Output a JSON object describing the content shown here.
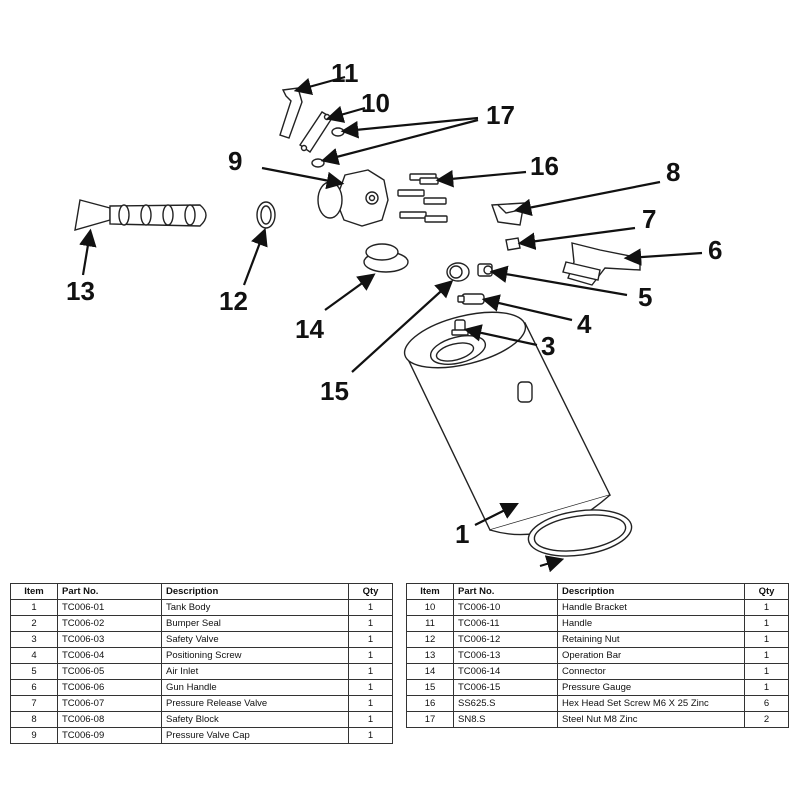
{
  "callouts": [
    "1",
    "3",
    "4",
    "5",
    "6",
    "7",
    "8",
    "9",
    "10",
    "11",
    "12",
    "13",
    "14",
    "15",
    "16",
    "17"
  ],
  "table": {
    "headers": [
      "Item",
      "Part No.",
      "Description",
      "Qty"
    ],
    "left_rows": [
      [
        "1",
        "TC006-01",
        "Tank Body",
        "1"
      ],
      [
        "2",
        "TC006-02",
        "Bumper Seal",
        "1"
      ],
      [
        "3",
        "TC006-03",
        "Safety Valve",
        "1"
      ],
      [
        "4",
        "TC006-04",
        "Positioning Screw",
        "1"
      ],
      [
        "5",
        "TC006-05",
        "Air Inlet",
        "1"
      ],
      [
        "6",
        "TC006-06",
        "Gun Handle",
        "1"
      ],
      [
        "7",
        "TC006-07",
        "Pressure Release Valve",
        "1"
      ],
      [
        "8",
        "TC006-08",
        "Safety Block",
        "1"
      ],
      [
        "9",
        "TC006-09",
        "Pressure Valve Cap",
        "1"
      ]
    ],
    "right_rows": [
      [
        "10",
        "TC006-10",
        "Handle Bracket",
        "1"
      ],
      [
        "11",
        "TC006-11",
        "Handle",
        "1"
      ],
      [
        "12",
        "TC006-12",
        "Retaining Nut",
        "1"
      ],
      [
        "13",
        "TC006-13",
        "Operation Bar",
        "1"
      ],
      [
        "14",
        "TC006-14",
        "Connector",
        "1"
      ],
      [
        "15",
        "TC006-15",
        "Pressure Gauge",
        "1"
      ],
      [
        "16",
        "SS625.S",
        "Hex Head Set Screw M6 X 25 Zinc",
        "6"
      ],
      [
        "17",
        "SN8.S",
        "Steel Nut M8 Zinc",
        "2"
      ]
    ]
  }
}
